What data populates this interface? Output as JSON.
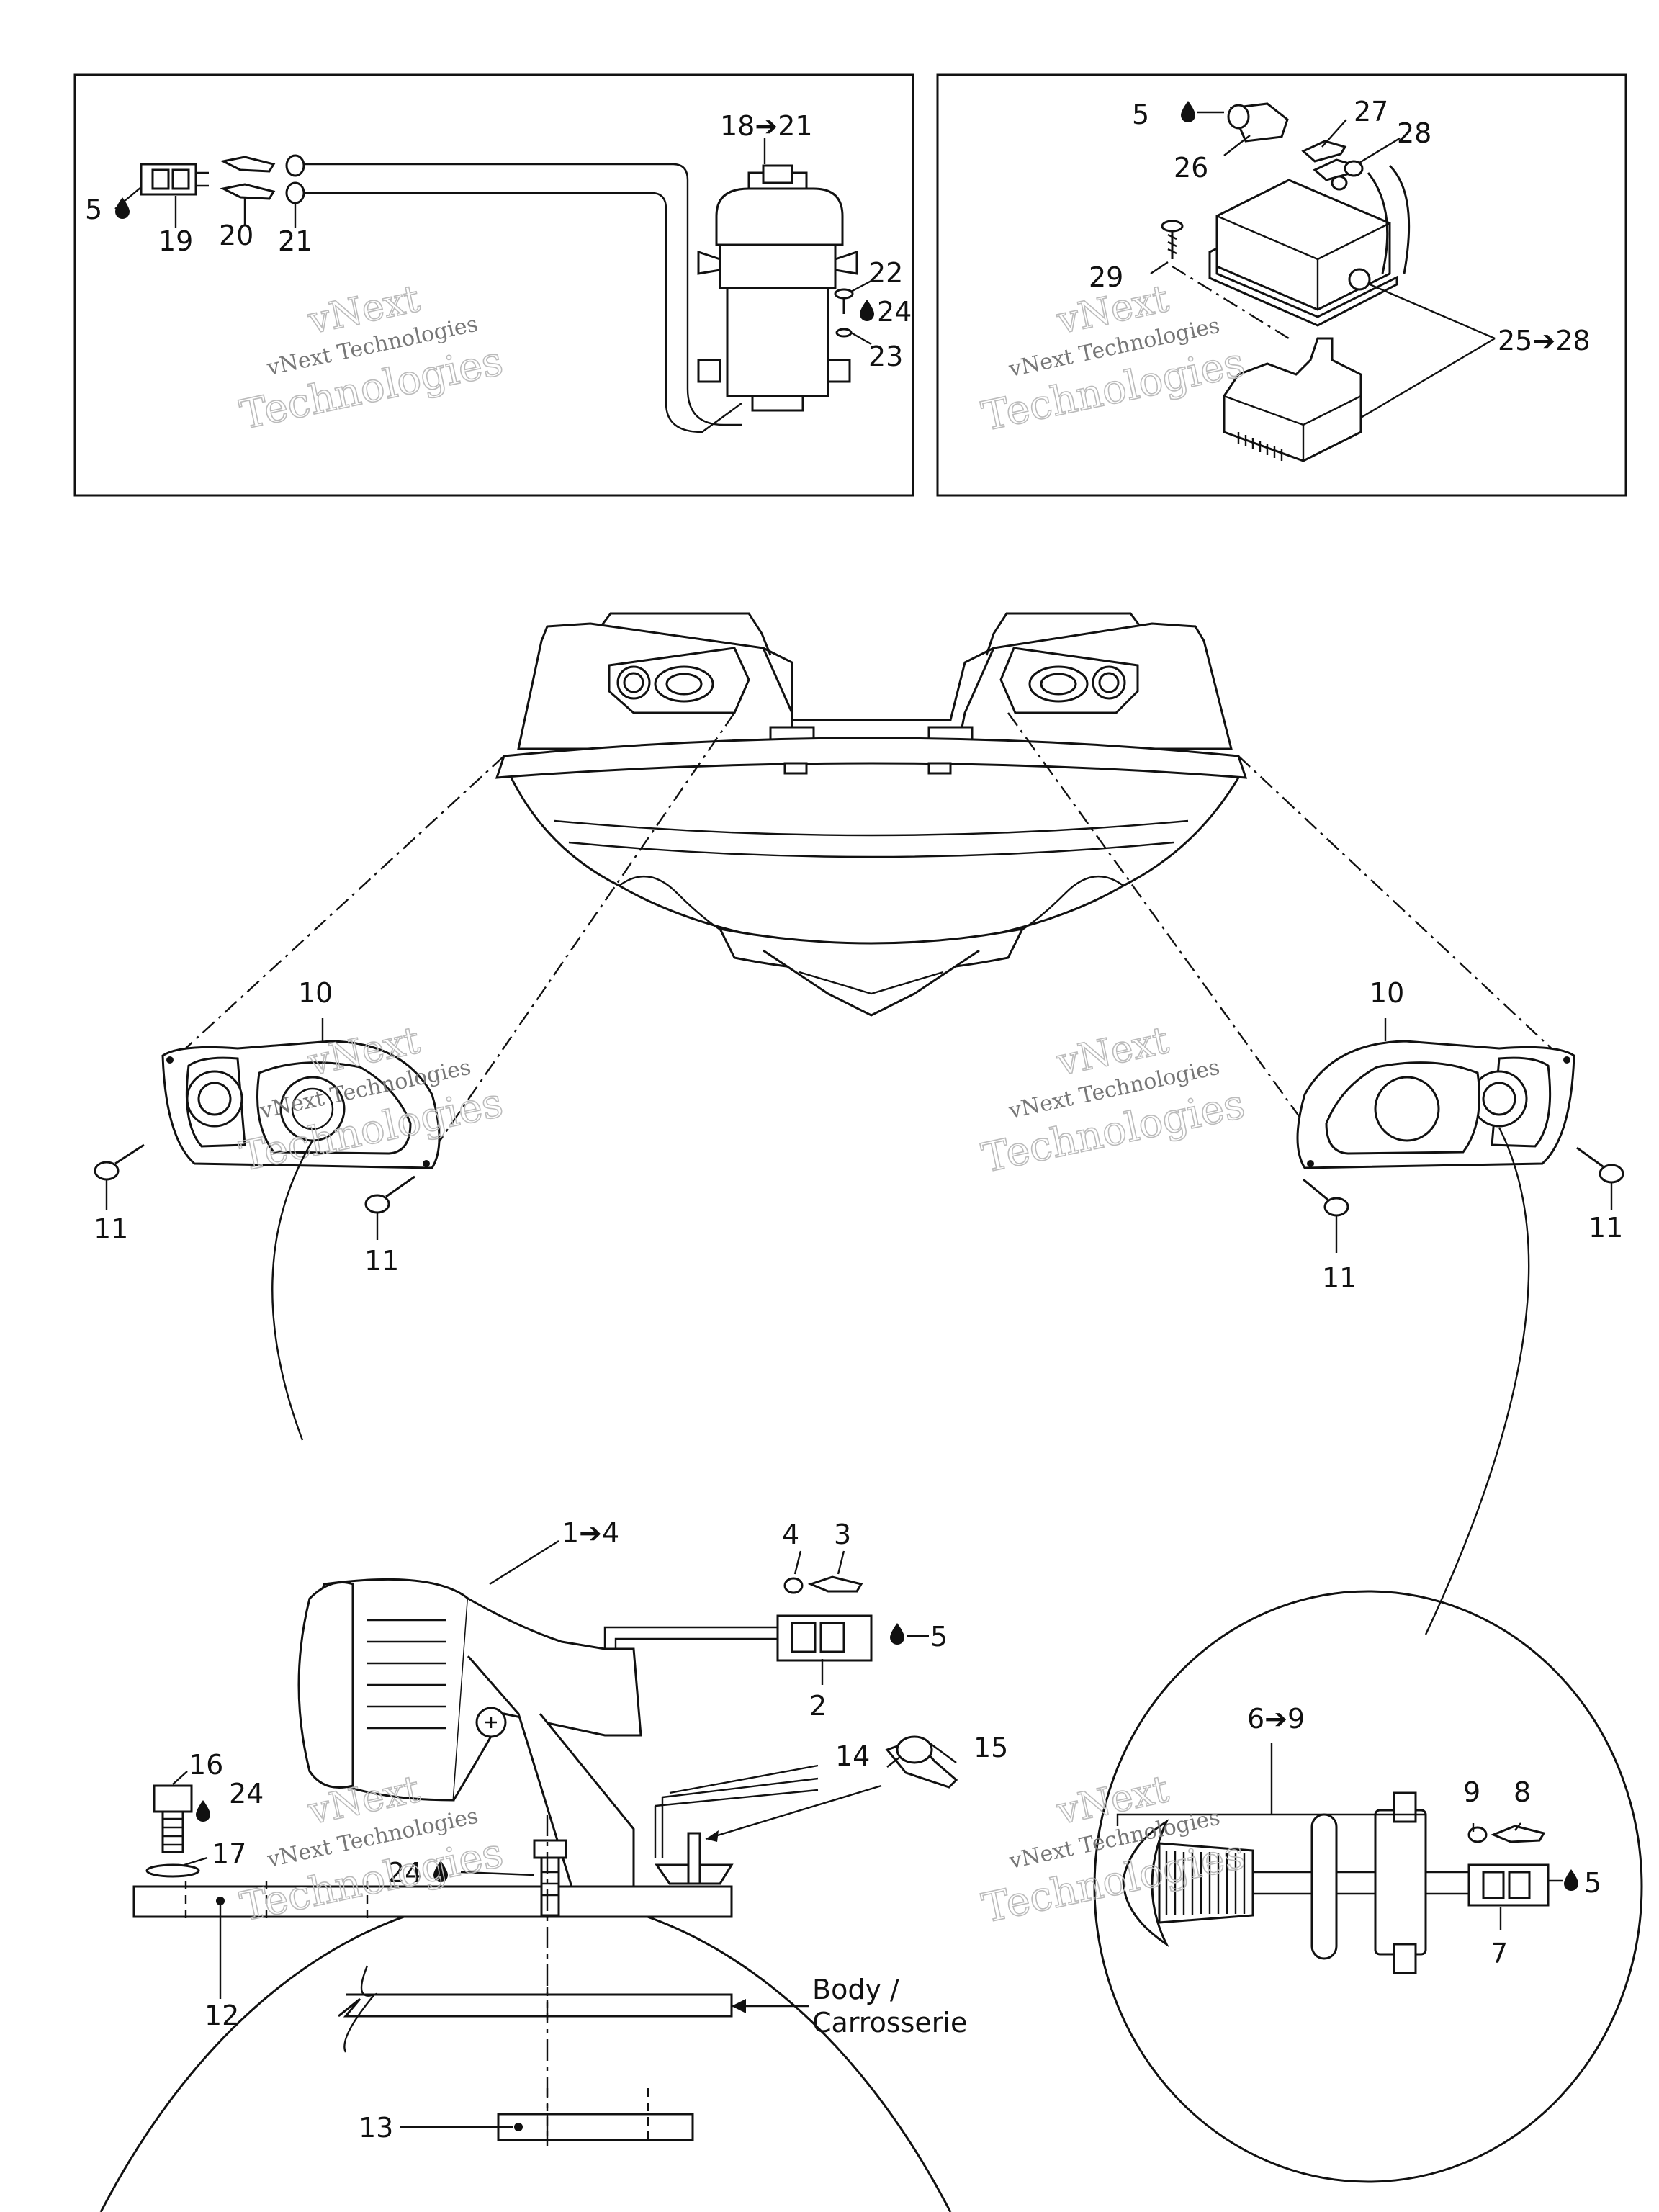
{
  "watermark": {
    "line1": "vNext",
    "line2": "vNext Technologies",
    "line3": "Technologies"
  },
  "top_left_panel": {
    "callouts": {
      "c18_21": "18➔21",
      "c5": "5",
      "c19": "19",
      "c20": "20",
      "c21": "21",
      "c22": "22",
      "c24": "24",
      "c23": "23"
    }
  },
  "top_right_panel": {
    "callouts": {
      "c5": "5",
      "c27": "27",
      "c28": "28",
      "c26": "26",
      "c29": "29",
      "c25_28": "25➔28"
    }
  },
  "main": {
    "callouts": {
      "left_10": "10",
      "left_11a": "11",
      "left_11b": "11",
      "right_10": "10",
      "right_11a": "11",
      "right_11b": "11"
    }
  },
  "left_detail": {
    "callouts": {
      "c1_4": "1➔4",
      "c4": "4",
      "c3": "3",
      "c5": "5",
      "c2": "2",
      "c16": "16",
      "c24a": "24",
      "c17": "17",
      "c24b": "24",
      "c15": "15",
      "c14": "14",
      "c12": "12",
      "c13": "13"
    },
    "body_label_1": "Body /",
    "body_label_2": "Carrosserie"
  },
  "right_detail": {
    "callouts": {
      "c6_9": "6➔9",
      "c9": "9",
      "c8": "8",
      "c5": "5",
      "c7": "7"
    }
  }
}
